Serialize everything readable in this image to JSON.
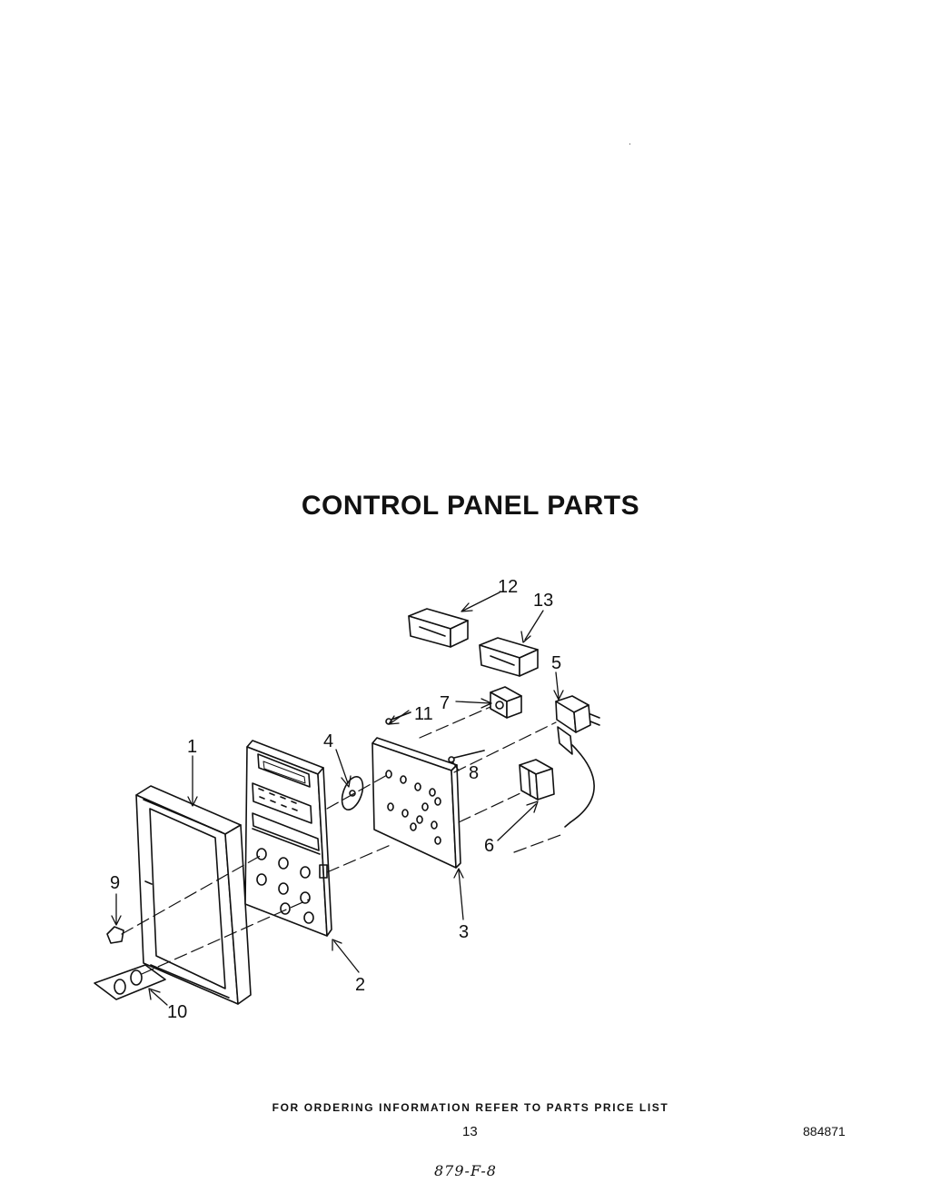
{
  "title": "CONTROL PANEL PARTS",
  "callouts": {
    "c1": "1",
    "c2": "2",
    "c3": "3",
    "c4": "4",
    "c5": "5",
    "c6": "6",
    "c7": "7",
    "c8": "8",
    "c9": "9",
    "c10": "10",
    "c11": "11",
    "c12": "12",
    "c13": "13"
  },
  "footer": {
    "ordering_note": "FOR ORDERING INFORMATION REFER TO PARTS PRICE LIST",
    "page_number": "13",
    "document_number": "884871",
    "handwritten_note": "879-F-8"
  }
}
